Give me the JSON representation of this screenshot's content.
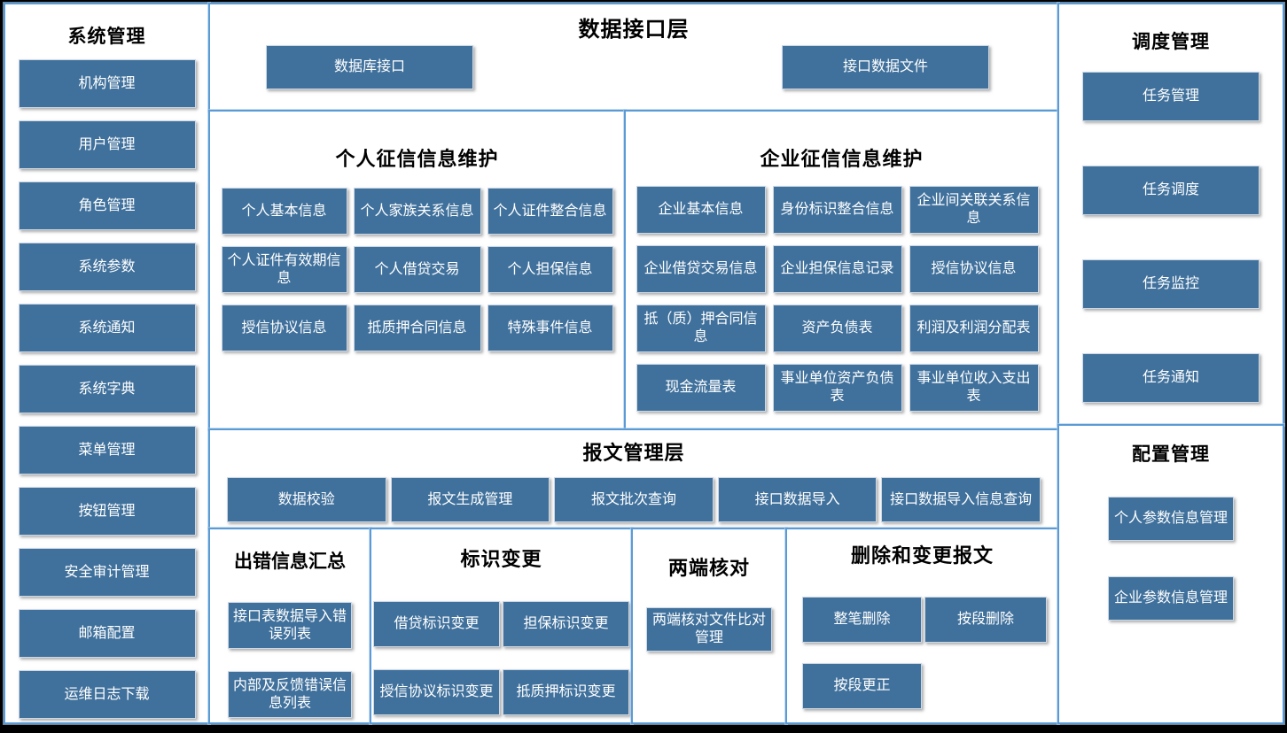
{
  "colors": {
    "button_fill": "#40719C",
    "button_text": "#FFFFFF",
    "panel_border": "#5B9BD5",
    "background": "#000000",
    "panel_background": "#FFFFFF",
    "title_text": "#000000"
  },
  "panels": {
    "system": {
      "title": "系统管理",
      "items": [
        "机构管理",
        "用户管理",
        "角色管理",
        "系统参数",
        "系统通知",
        "系统字典",
        "菜单管理",
        "按钮管理",
        "安全审计管理",
        "邮箱配置",
        "运维日志下载"
      ]
    },
    "data_interface": {
      "title": "数据接口层",
      "items": [
        "数据库接口",
        "接口数据文件"
      ]
    },
    "personal": {
      "title": "个人征信信息维护",
      "items": [
        "个人基本信息",
        "个人家族关系信息",
        "个人证件整合信息",
        "个人证件有效期信息",
        "个人借贷交易",
        "个人担保信息",
        "授信协议信息",
        "抵质押合同信息",
        "特殊事件信息"
      ]
    },
    "enterprise": {
      "title": "企业征信信息维护",
      "items": [
        "企业基本信息",
        "身份标识整合信息",
        "企业间关联关系信息",
        "企业借贷交易信息",
        "企业担保信息记录",
        "授信协议信息",
        "抵（质）押合同信息",
        "资产负债表",
        "利润及利润分配表",
        "现金流量表",
        "事业单位资产负债表",
        "事业单位收入支出表"
      ]
    },
    "message": {
      "title": "报文管理层",
      "items": [
        "数据校验",
        "报文生成管理",
        "报文批次查询",
        "接口数据导入",
        "接口数据导入信息查询"
      ]
    },
    "error": {
      "title": "出错信息汇总",
      "items": [
        "接口表数据导入错误列表",
        "内部及反馈错误信息列表"
      ]
    },
    "id_change": {
      "title": "标识变更",
      "items": [
        "借贷标识变更",
        "担保标识变更",
        "授信协议标识变更",
        "抵质押标识变更"
      ]
    },
    "check": {
      "title": "两端核对",
      "items": [
        "两端核对文件比对管理"
      ]
    },
    "delete_change": {
      "title": "删除和变更报文",
      "items": [
        "整笔删除",
        "按段删除",
        "按段更正"
      ]
    },
    "schedule": {
      "title": "调度管理",
      "items": [
        "任务管理",
        "任务调度",
        "任务监控",
        "任务通知"
      ]
    },
    "config": {
      "title": "配置管理",
      "items": [
        "个人参数信息管理",
        "企业参数信息管理"
      ]
    }
  }
}
